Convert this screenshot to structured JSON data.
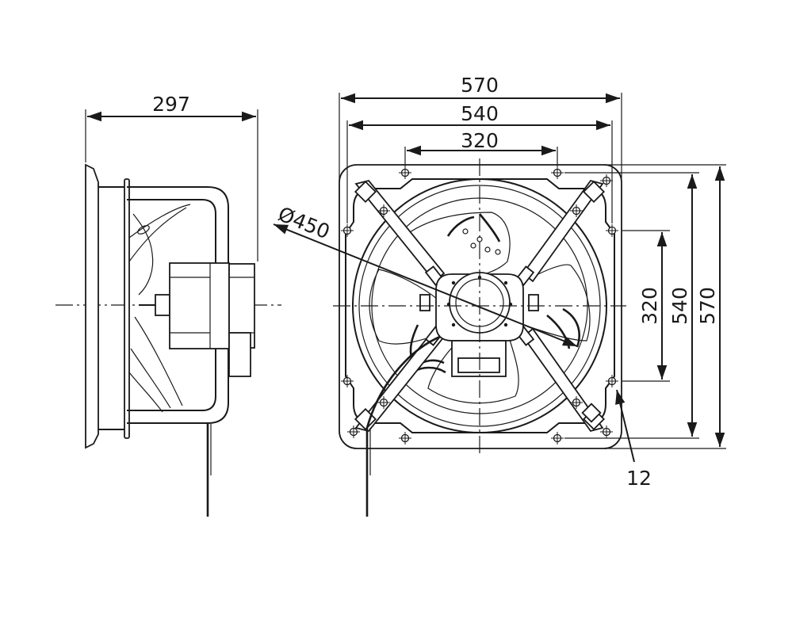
{
  "dimensions": {
    "side_depth": "297",
    "front_width_outer": "570",
    "front_width_holes": "540",
    "front_width_inner": "320",
    "front_height_inner": "320",
    "front_height_holes": "540",
    "front_height_outer": "570",
    "diameter": "Ø450",
    "hole_count": "12"
  },
  "icons": {
    "mounting_hole": "crosshair-hole-icon",
    "arrow": "arrowhead-icon"
  },
  "colors": {
    "line": "#1a1a1a",
    "background": "#ffffff",
    "shade": "#f4f4f4"
  }
}
